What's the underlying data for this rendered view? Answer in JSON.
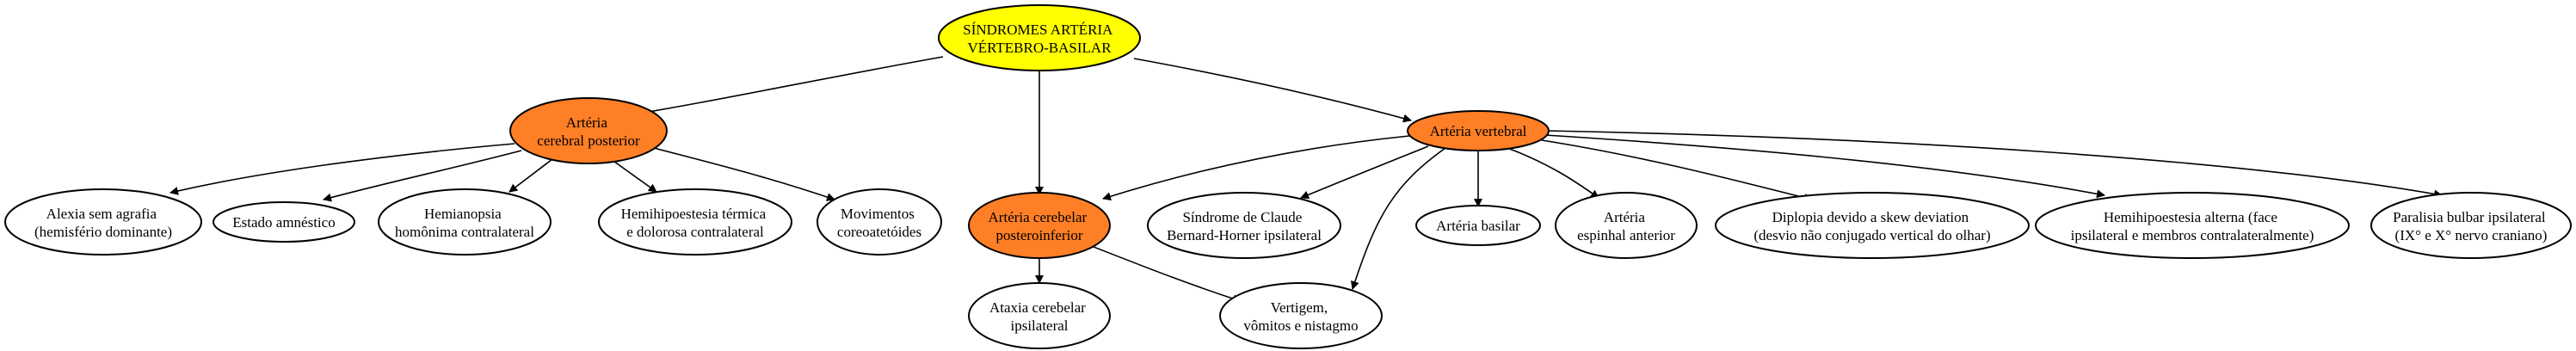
{
  "colors": {
    "root": "#ffff00",
    "artery": "#ff7f26",
    "leaf": "#ffffff"
  },
  "nodes": {
    "root": [
      "SÍNDROMES ARTÉRIA",
      "VÉRTEBRO-BASILAR"
    ],
    "acp": [
      "Artéria",
      "cerebral posterior"
    ],
    "av": [
      "Artéria vertebral"
    ],
    "acpi": [
      "Artéria cerebelar",
      "posteroinferior"
    ],
    "alexia": [
      "Alexia sem agrafia",
      "(hemisfério dominante)"
    ],
    "estado": [
      "Estado amnéstico"
    ],
    "hemianop": [
      "Hemianopsia",
      "homônima contralateral"
    ],
    "hemihipo_term": [
      "Hemihipoestesia térmica",
      "e dolorosa contralateral"
    ],
    "movimentos": [
      "Movimentos",
      "coreoatetóides"
    ],
    "ataxia": [
      "Ataxia cerebelar",
      "ipsilateral"
    ],
    "vertigem": [
      "Vertigem,",
      "vômitos e nistagmo"
    ],
    "claude": [
      "Síndrome de Claude",
      "Bernard-Horner ipsilateral"
    ],
    "basilar": [
      "Artéria basilar"
    ],
    "espinhal": [
      "Artéria",
      "espinhal anterior"
    ],
    "diplopia": [
      "Diplopia devido a skew deviation",
      "(desvio não conjugado vertical do olhar)"
    ],
    "hemihipo_alt": [
      "Hemihipoestesia alterna (face",
      "ipsilateral e membros contralateralmente)"
    ],
    "paralisia": [
      "Paralisia bulbar ipsilateral",
      "(IX° e X° nervo craniano)"
    ]
  }
}
